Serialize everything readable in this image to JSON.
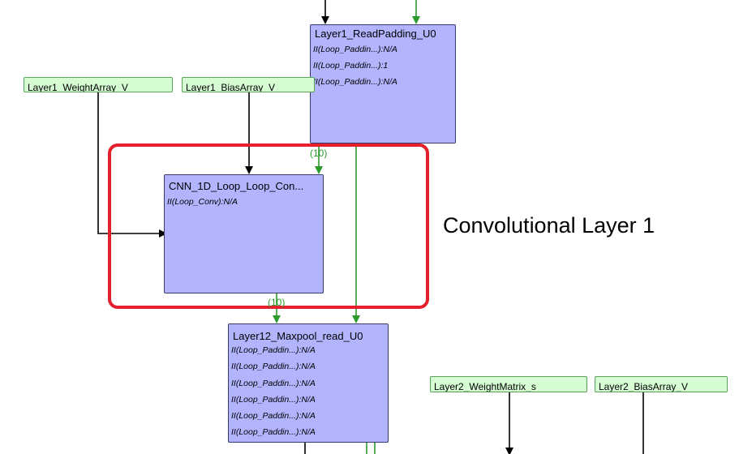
{
  "colors": {
    "process_fill": "#b2b4fe",
    "port_fill": "#d6fcd4",
    "highlight": "#e4202c",
    "wire_black": "#000000",
    "wire_green": "#2a9a2a"
  },
  "nodes": {
    "read_padding": {
      "title": "Layer1_ReadPadding_U0",
      "rows": [
        "II(Loop_Paddin...):N/A",
        "II(Loop_Paddin...):1",
        "II(Loop_Paddin...):N/A"
      ]
    },
    "cnn_conv": {
      "title": "CNN_1D_Loop_Loop_Con...",
      "rows": [
        "II(Loop_Conv):N/A"
      ]
    },
    "maxpool": {
      "title": "Layer12_Maxpool_read_U0",
      "rows": [
        "II(Loop_Paddin...):N/A",
        "II(Loop_Paddin...):N/A",
        "II(Loop_Paddin...):N/A",
        "II(Loop_Paddin...):N/A",
        "II(Loop_Paddin...):N/A",
        "II(Loop_Paddin...):N/A"
      ]
    }
  },
  "ports": {
    "layer1_weight": "Layer1_WeightArray_V",
    "layer1_bias": "Layer1_BiasArray_V",
    "layer2_weight": "Layer2_WeightMatrix_s",
    "layer2_bias": "Layer2_BiasArray_V"
  },
  "edge_labels": {
    "into_conv": "(10)",
    "out_of_conv": "(10)"
  },
  "annotation": {
    "label": "Convolutional Layer 1"
  }
}
